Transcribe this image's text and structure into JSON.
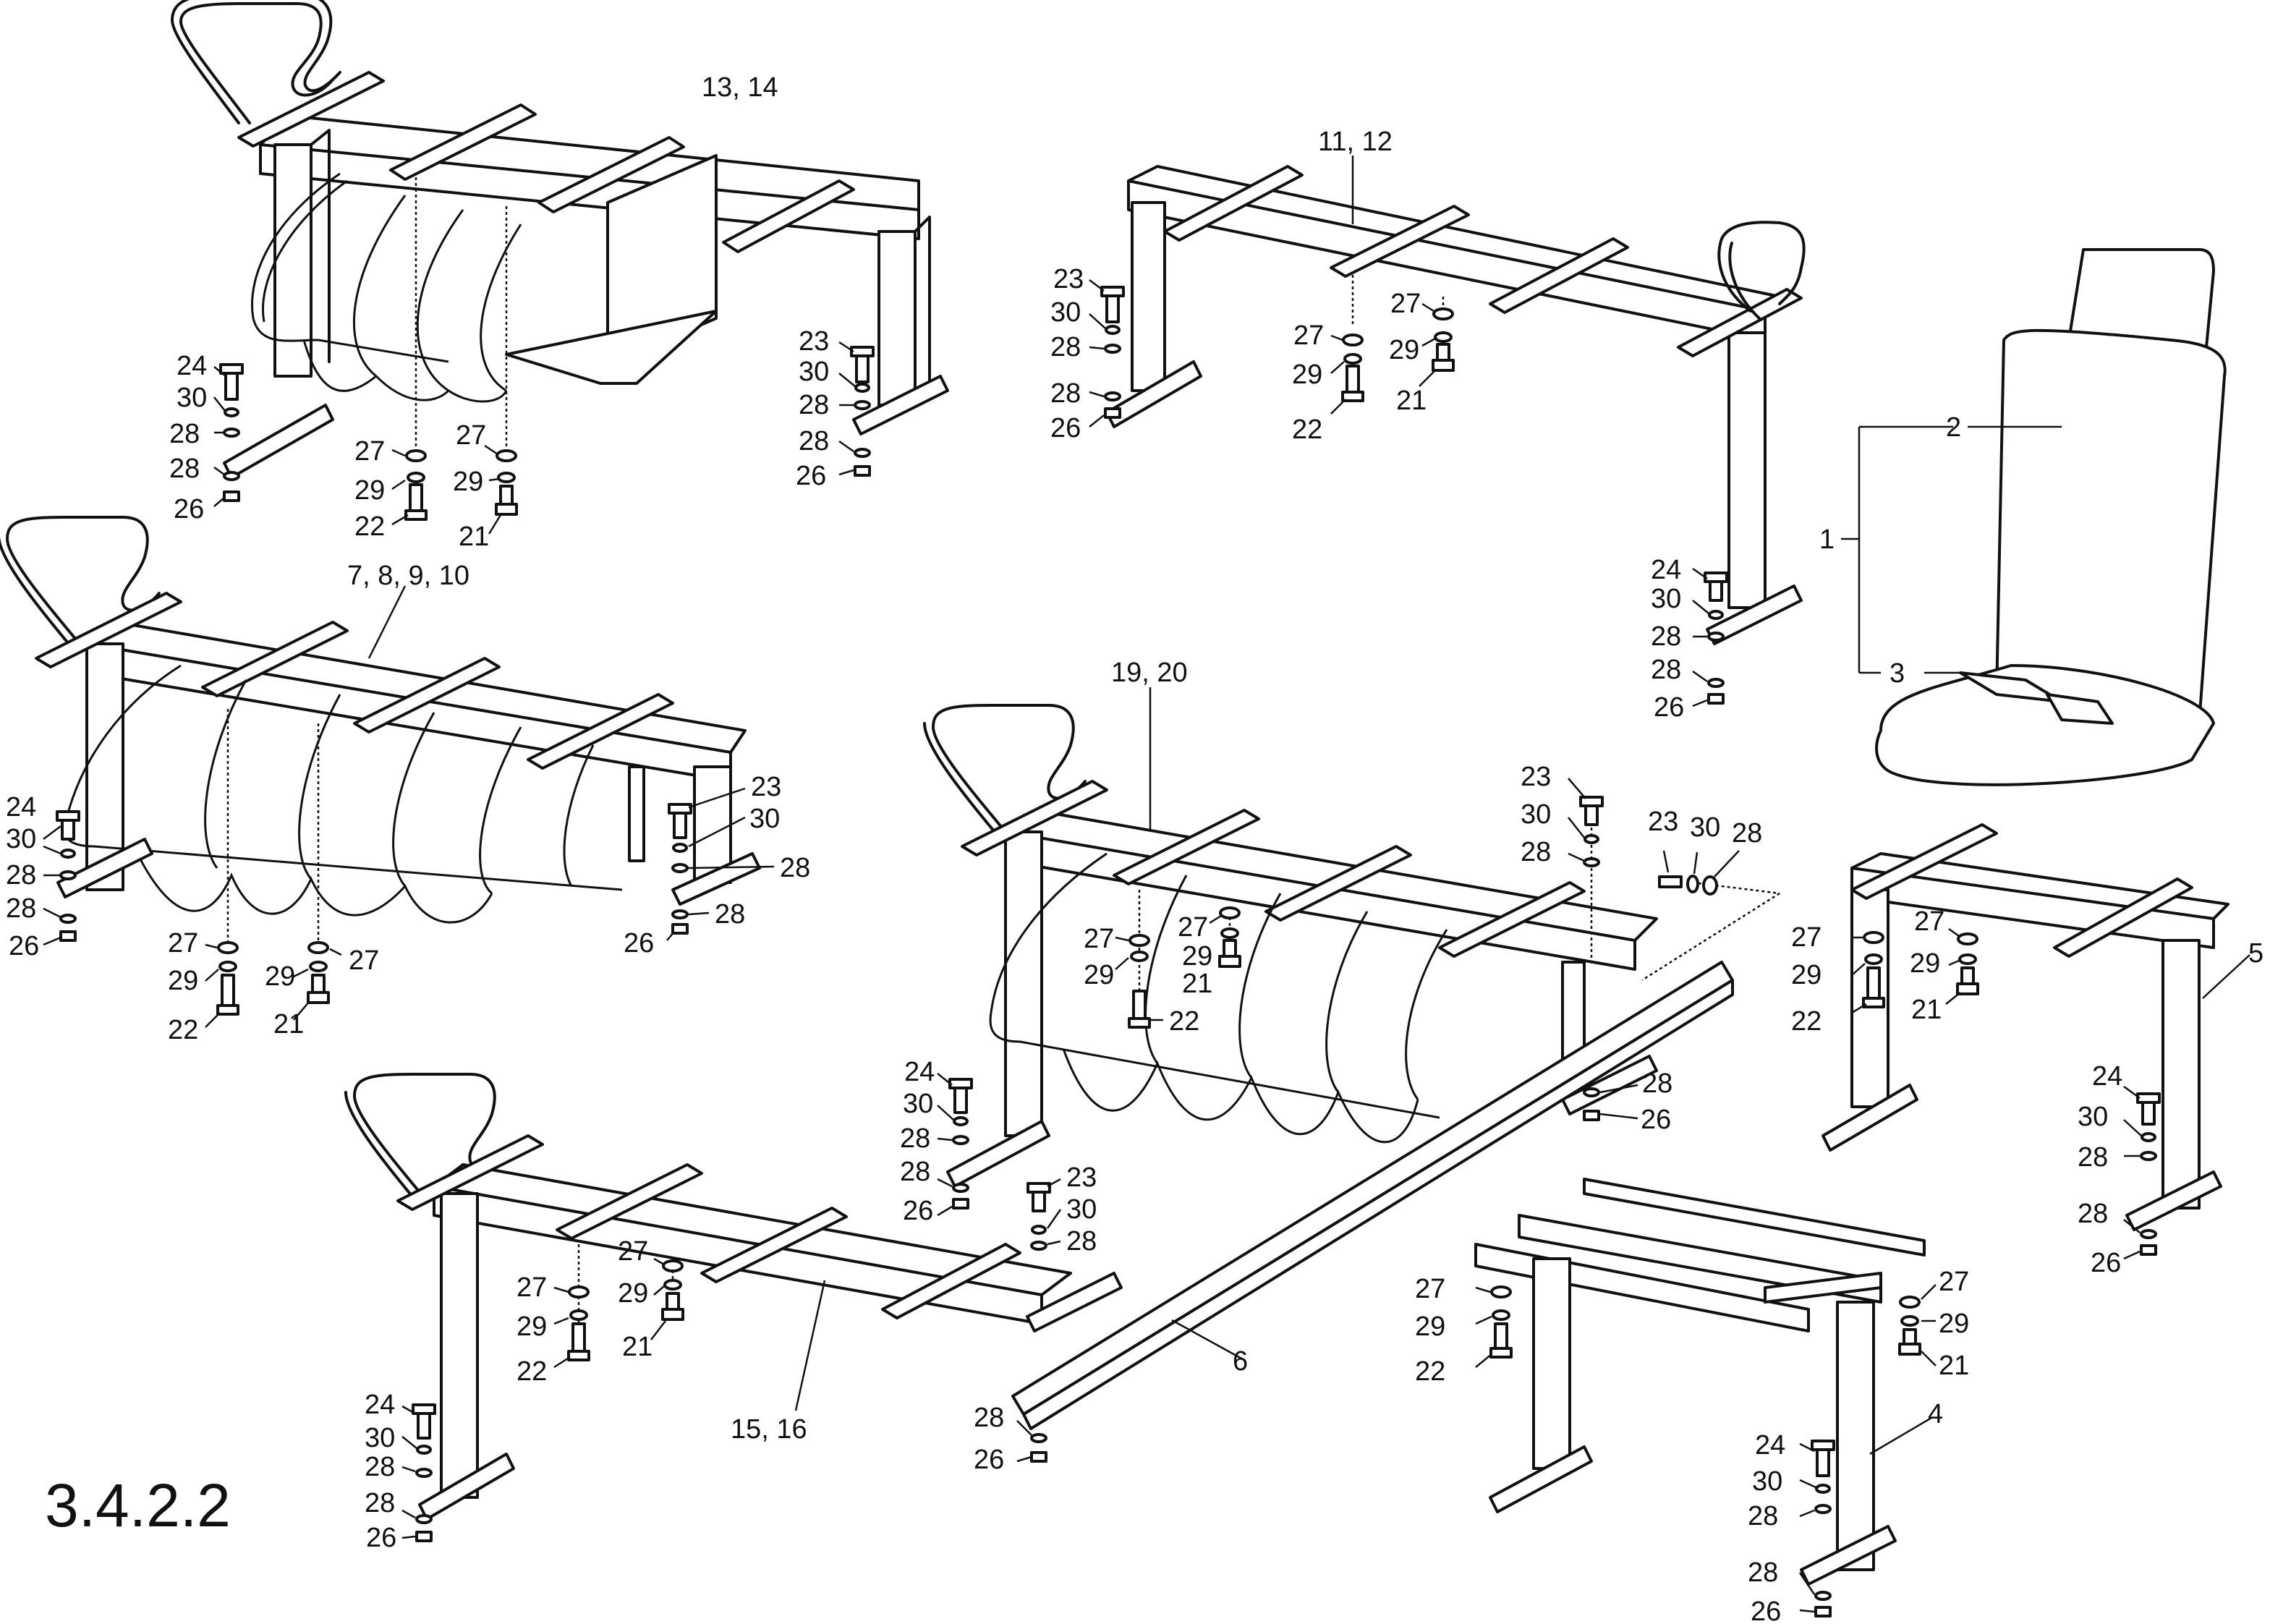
{
  "figure_number": "3.4.2.2",
  "assemblies": {
    "a13": "13, 14",
    "a11": "11, 12",
    "a7": "7, 8, 9, 10",
    "a19": "19, 20",
    "a15": "15, 16",
    "a1": "1",
    "a2": "2",
    "a3": "3",
    "a4": "4",
    "a5": "5",
    "a6": "6"
  },
  "hardware": {
    "p21": "21",
    "p22": "22",
    "p23": "23",
    "p24": "24",
    "p26": "26",
    "p27": "27",
    "p28": "28",
    "p29": "29",
    "p30": "30"
  }
}
